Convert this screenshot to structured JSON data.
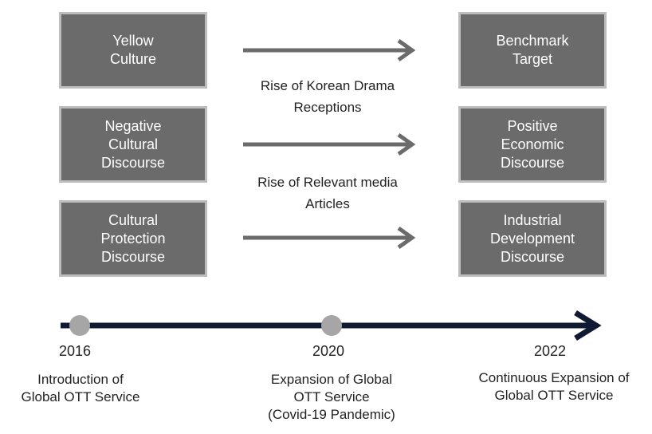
{
  "left_boxes": [
    {
      "label": "Yellow\nCulture"
    },
    {
      "label": "Negative\nCultural\nDiscourse"
    },
    {
      "label": "Cultural\nProtection\nDiscourse"
    }
  ],
  "right_boxes": [
    {
      "label": "Benchmark\nTarget"
    },
    {
      "label": "Positive\nEconomic\nDiscourse"
    },
    {
      "label": "Industrial\nDevelopment\nDiscourse"
    }
  ],
  "arrow_labels": [
    "Rise of Korean Drama\nReceptions",
    "Rise of Relevant media\nArticles"
  ],
  "timeline": {
    "years": [
      "2016",
      "2020",
      "2022"
    ],
    "events": [
      "Introduction of\nGlobal OTT Service",
      "Expansion of Global\nOTT Service\n(Covid-19 Pandemic)",
      "Continuous Expansion of\nGlobal OTT Service"
    ]
  },
  "colors": {
    "box_fill": "#6b6b6b",
    "box_border": "#bdbdbd",
    "arrow": "#6b6b6b",
    "timeline": "#111a33",
    "milestone": "#a6a6a6"
  }
}
